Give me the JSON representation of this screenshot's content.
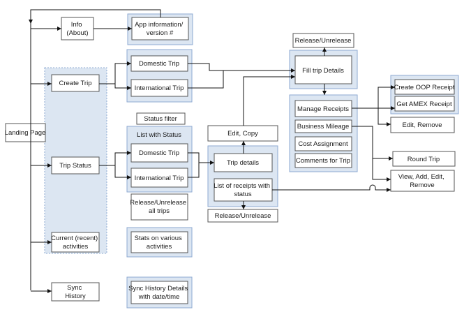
{
  "nodes": {
    "landing_page": [
      "Landing Page"
    ],
    "info": [
      "Info",
      "(About)"
    ],
    "app_info": [
      "App information/",
      "version #"
    ],
    "create_trip": [
      "Create Trip"
    ],
    "domestic_trip": [
      "Domestic Trip"
    ],
    "international_trip": [
      "International Trip"
    ],
    "trip_status": [
      "Trip Status"
    ],
    "status_filter": [
      "Status filter"
    ],
    "list_with_status": [
      "List with Status"
    ],
    "status_domestic_trip": [
      "Domestic Trip"
    ],
    "status_international_trip": [
      "International Trip"
    ],
    "release_all": [
      "Release/Unrelease",
      "all trips"
    ],
    "current_activities": [
      "Current (recent)",
      "activities"
    ],
    "stats": [
      "Stats on various",
      "activities"
    ],
    "sync_history": [
      "Sync",
      "History"
    ],
    "sync_details": [
      "Sync History Details",
      "with date/time"
    ],
    "edit_copy": [
      "Edit, Copy"
    ],
    "trip_details": [
      "Trip details"
    ],
    "receipts_list": [
      "List of receipts with",
      "status"
    ],
    "release_bottom": [
      "Release/Unrelease"
    ],
    "release_top": [
      "Release/Unrelease"
    ],
    "fill_trip_details": [
      "Fill trip Details"
    ],
    "manage_receipts": [
      "Manage Receipts"
    ],
    "business_mileage": [
      "Business Mileage"
    ],
    "cost_assignment": [
      "Cost Assignment"
    ],
    "comments": [
      "Comments for Trip"
    ],
    "create_oop": [
      "Create OOP Receipt"
    ],
    "get_amex": [
      "Get AMEX Receipt"
    ],
    "edit_remove": [
      "Edit, Remove"
    ],
    "round_trip": [
      "Round Trip"
    ],
    "view_add": [
      "View, Add, Edit,",
      "Remove"
    ]
  },
  "colors": {
    "panel_fill": "#dce6f2",
    "panel_border": "#8eaad2",
    "box_border": "#555555",
    "line": "#111111"
  }
}
